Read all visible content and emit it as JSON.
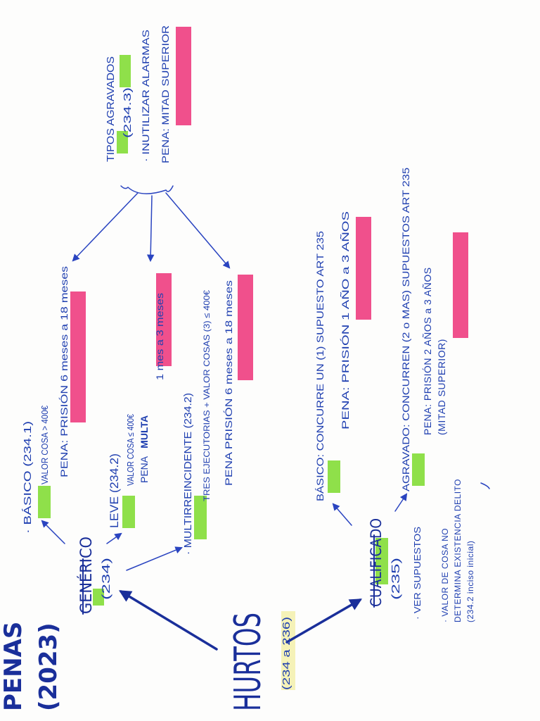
{
  "header": {
    "title_line1": "PENAS",
    "title_line2": "(2023)"
  },
  "root": {
    "title": "HURTOS",
    "subtitle": "(234 a 236)"
  },
  "generico": {
    "title": "GENÉRICO",
    "article": "(234)",
    "basico": {
      "title": "· BÁSICO (234.1)",
      "line1": "VALOR COSA > 400€",
      "line2": "PENA: PRISIÓN 6 meses a 18 meses"
    },
    "leve": {
      "title": "LEVE (234.2)",
      "line1": "VALOR COSA ≤ 400€",
      "line2_prefix": "PENA",
      "line2_emph": "MULTA",
      "line2_suffix": "1 mes a 3 meses"
    },
    "multirreincidente": {
      "title": "· MULTIRREINCIDENTE (234.2)",
      "line1": "TRES EJECUTORIAS + VALOR COSAS (3) ≤ 400€",
      "line2": "PENA PRISIÓN 6 meses a 18 meses"
    },
    "tipos_agravados": {
      "title": "TIPOS AGRAVADOS",
      "article": "(234.3)",
      "line1": "· INUTILIZAR ALARMAS",
      "line2": "PENA: MITAD SUPERIOR"
    }
  },
  "cualificado": {
    "title": "CUALIFICADO",
    "article": "(235)",
    "note1": "· VER SUPUESTOS",
    "note2": "· VALOR DE COSA NO DETERMINA EXISTENCIA DELITO (234.2 inciso inicial)",
    "basico": {
      "title": "BÁSICO: CONCURRE UN (1) SUPUESTO ART 235",
      "line1": "PENA: PRISIÓN 1 AÑO a 3 AÑOS"
    },
    "agravado": {
      "title": "AGRAVADO: CONCURREN (2 o MAS) SUPUESTOS ART 235",
      "line1": "PENA: PRISIÓN 2 AÑOS a 3 AÑOS (MITAD SUPERIOR)"
    }
  },
  "colors": {
    "ink": "#1f3fb0",
    "ink_dark": "#1a2f9a",
    "green_highlight": "#8fe04a",
    "pink_highlight": "#f0508c",
    "yellow_highlight": "#f5f2b8"
  }
}
